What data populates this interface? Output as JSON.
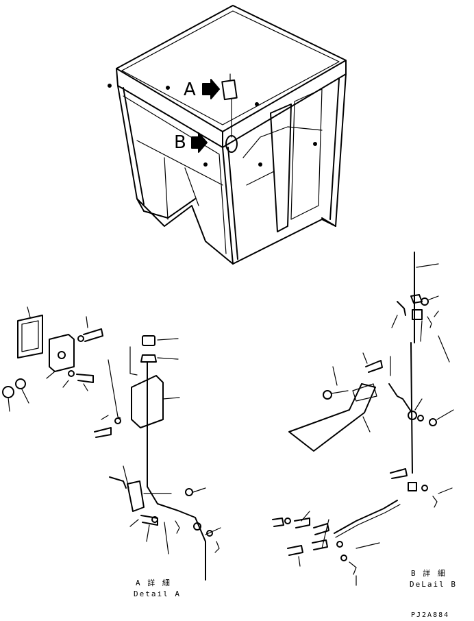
{
  "callouts": {
    "view_a": "A",
    "view_b": "B"
  },
  "detail_a": {
    "japanese": "A 詳 細",
    "english": "Detail A"
  },
  "detail_b": {
    "japanese": "B 詳 細",
    "english": "DeLail B"
  },
  "drawing_code": "PJ2A884"
}
